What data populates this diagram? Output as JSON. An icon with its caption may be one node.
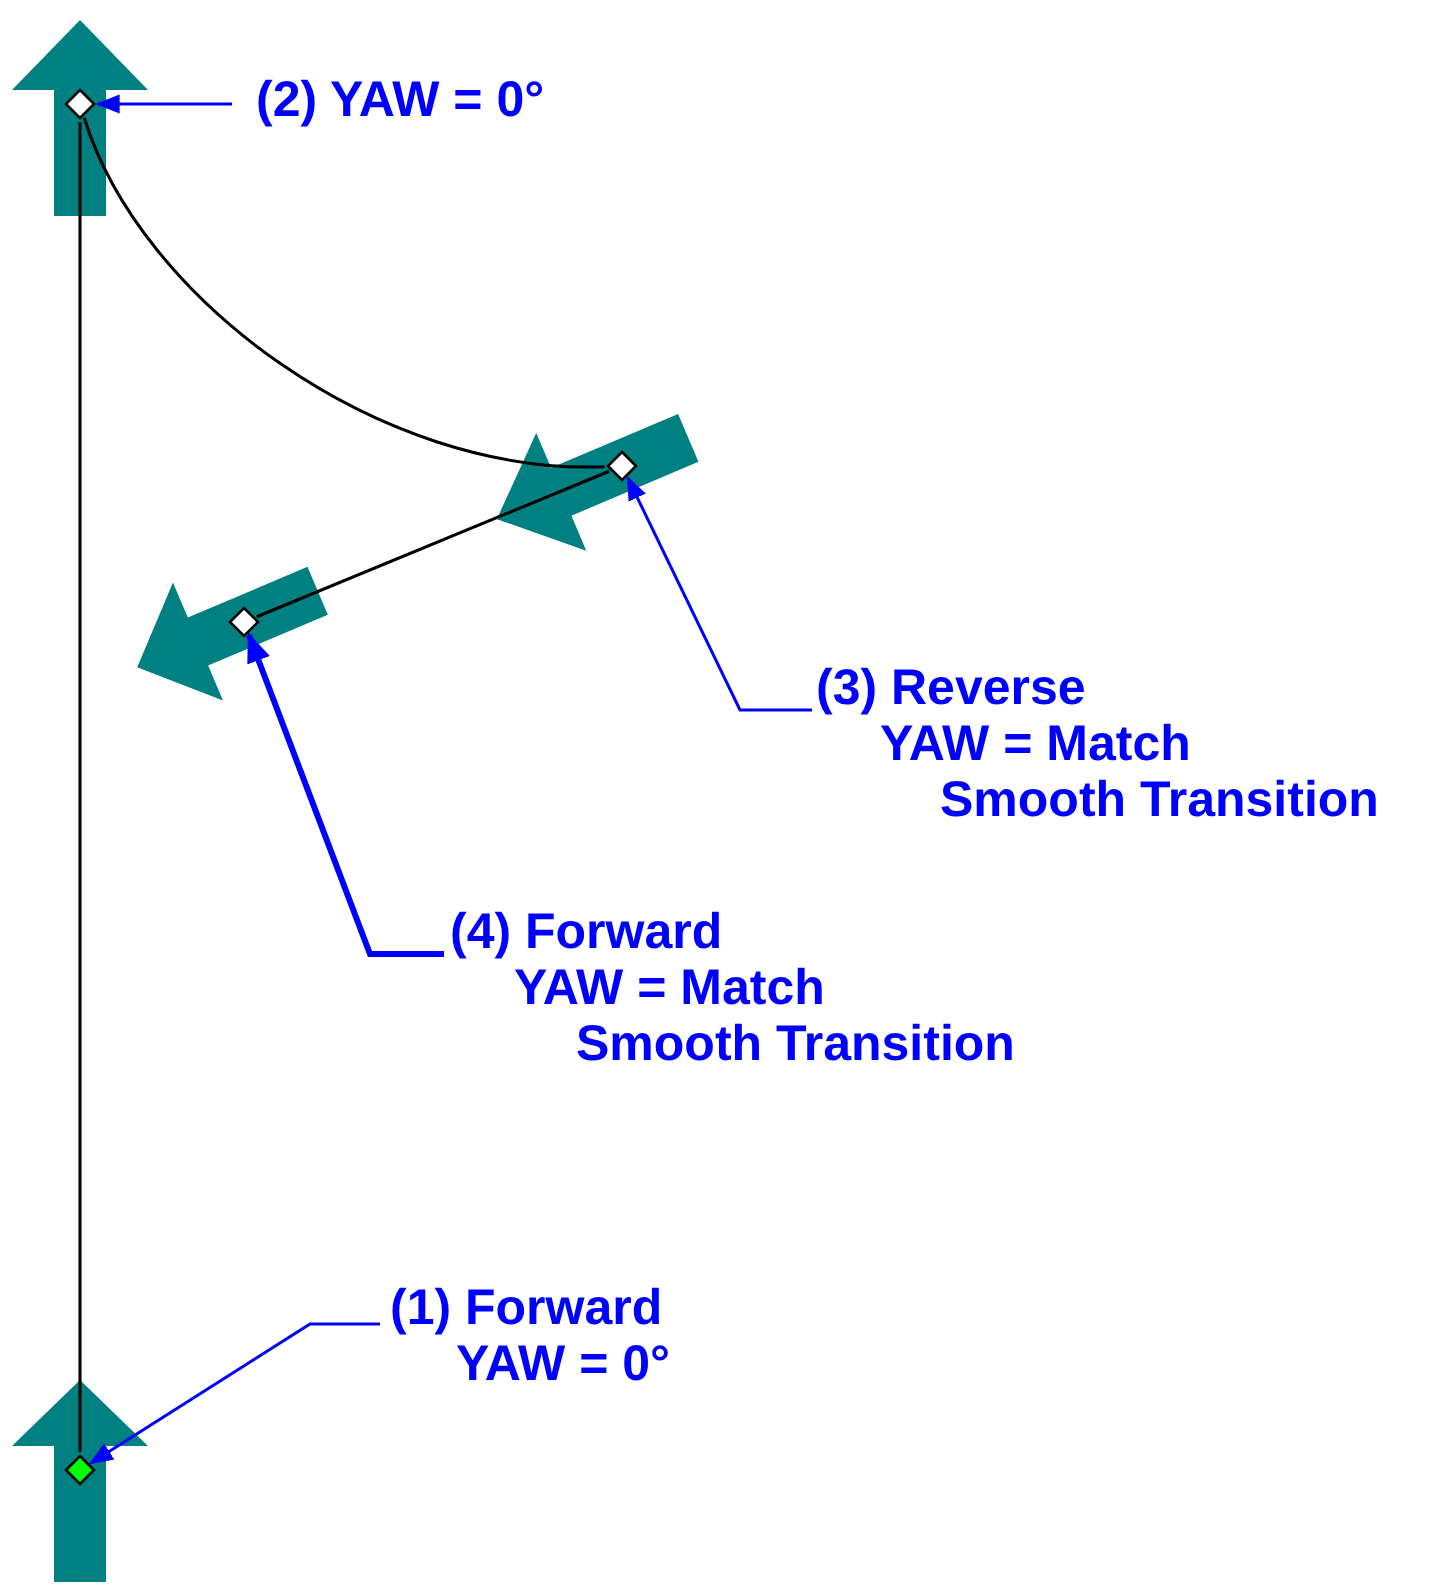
{
  "diagram": {
    "nodes": [
      {
        "text": [],
        "shape": "diamond"
      },
      {
        "text": [
          "(2) YAW = 0°"
        ]
      },
      {
        "text": [],
        "shape": "diamond"
      },
      {
        "text": [],
        "shape": "diamond"
      },
      {
        "text": [
          "(3) Reverse",
          "YAW = Match",
          "Smooth Transition"
        ]
      },
      {
        "text": [
          "(4) Forward",
          "YAW = Match",
          "Smooth Transition"
        ]
      },
      {
        "text": [
          "(1) Forward",
          "YAW = 0°"
        ]
      },
      {
        "text": [],
        "shape": "diamond"
      }
    ],
    "edges": [
      {
        "from": 7,
        "to": 0,
        "arrow": "none",
        "color": "#000000"
      },
      {
        "from": 0,
        "to": 2,
        "arrow": "none",
        "color": "#000000"
      },
      {
        "from": 2,
        "to": 3,
        "arrow": "none",
        "color": "#000000"
      },
      {
        "from": 1,
        "to": 0,
        "arrow": "to"
      },
      {
        "from": 4,
        "to": 2,
        "arrow": "to"
      },
      {
        "from": 5,
        "to": 3,
        "arrow": "to",
        "style": "thick"
      },
      {
        "from": 6,
        "to": 7,
        "arrow": "to"
      }
    ]
  }
}
